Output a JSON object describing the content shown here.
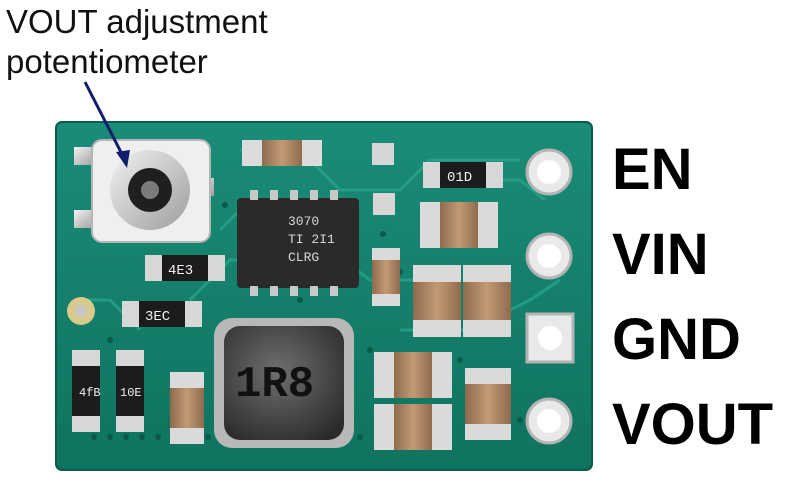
{
  "callout": {
    "line1": "VOUT adjustment",
    "line2": "potentiometer"
  },
  "pins": [
    "EN",
    "VIN",
    "GND",
    "VOUT"
  ],
  "ic_marking": [
    "3070",
    "TI 2I1",
    "CLRG"
  ],
  "inductor_marking": "1R8",
  "resistor_markings": [
    "01D",
    "4E3",
    "3EC",
    "4fB",
    "10E"
  ],
  "colors": {
    "pcb": "#15836f",
    "pcb_edge": "#0d6b5a",
    "silkscreen": "#e9f0ec",
    "pad": "#c9c9c9",
    "capacitor": "#b28a67"
  }
}
